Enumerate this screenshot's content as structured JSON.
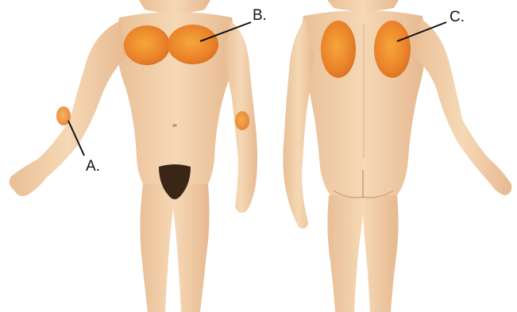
{
  "labels": {
    "a": "A.",
    "b": "B.",
    "c": "C."
  },
  "colors": {
    "background": "#ffffff",
    "skin": "#f3cfa8",
    "skin_shadow": "#e2b48a",
    "highlight_zone": "#e8802a",
    "highlight_zone_center": "#f4a23c",
    "hair": "#3a2516",
    "leader_line": "#111111"
  },
  "icons": [
    "front-body-figure",
    "back-body-figure"
  ]
}
